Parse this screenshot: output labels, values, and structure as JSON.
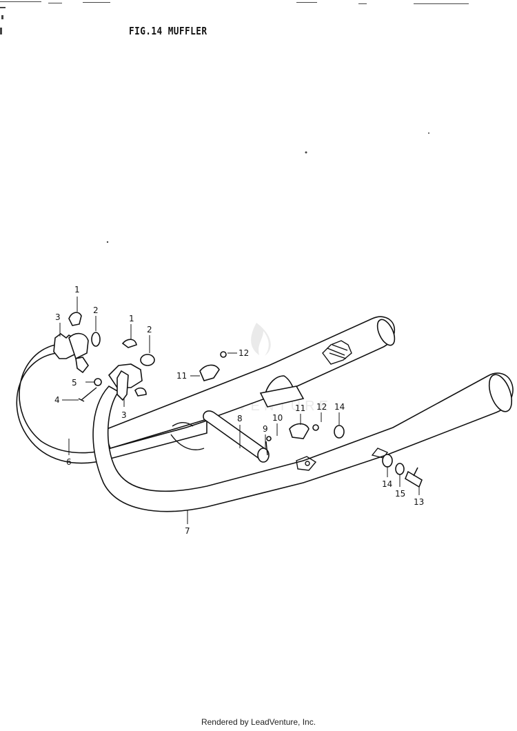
{
  "figure": {
    "title": "FIG.14  MUFFLER"
  },
  "footer": "Rendered by LeadVenture, Inc.",
  "watermark": "LEADVENTURE",
  "callouts": [
    {
      "id": "c1a",
      "label": "1"
    },
    {
      "id": "c2a",
      "label": "2"
    },
    {
      "id": "c3a",
      "label": "3"
    },
    {
      "id": "c1b",
      "label": "1"
    },
    {
      "id": "c2b",
      "label": "2"
    },
    {
      "id": "c5",
      "label": "5"
    },
    {
      "id": "c4",
      "label": "4"
    },
    {
      "id": "c3b",
      "label": "3"
    },
    {
      "id": "c6",
      "label": "6"
    },
    {
      "id": "c12a",
      "label": "12"
    },
    {
      "id": "c11a",
      "label": "11"
    },
    {
      "id": "c8",
      "label": "8"
    },
    {
      "id": "c9",
      "label": "9"
    },
    {
      "id": "c10",
      "label": "10"
    },
    {
      "id": "c11b",
      "label": "11"
    },
    {
      "id": "c12b",
      "label": "12"
    },
    {
      "id": "c14a",
      "label": "14"
    },
    {
      "id": "c14b",
      "label": "14"
    },
    {
      "id": "c15",
      "label": "15"
    },
    {
      "id": "c13",
      "label": "13"
    },
    {
      "id": "c7",
      "label": "7"
    }
  ]
}
